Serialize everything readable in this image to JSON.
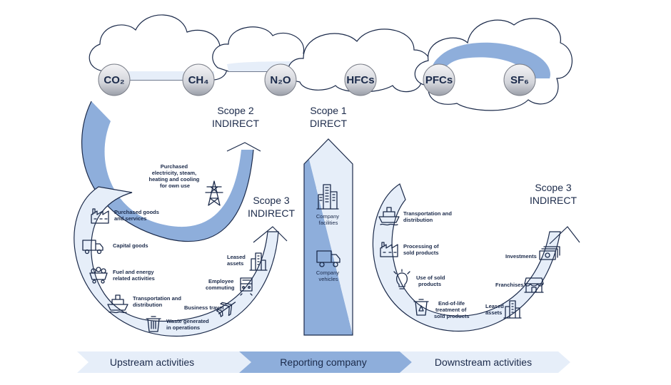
{
  "gases": [
    "CO₂",
    "CH₄",
    "N₂O",
    "HFCs",
    "PFCs",
    "SF₆"
  ],
  "scope2": {
    "title": "Scope 2",
    "subtitle": "INDIRECT",
    "item": [
      "Purchased",
      "electricity, steam,",
      "heating and cooling",
      "for own use"
    ]
  },
  "scope1": {
    "title": "Scope 1",
    "subtitle": "DIRECT",
    "facilities": [
      "Company",
      "facilities"
    ],
    "vehicles": [
      "Company",
      "vehicles"
    ]
  },
  "scope3_upstream": {
    "title": "Scope 3",
    "subtitle": "INDIRECT",
    "purchased_goods": [
      "Purchased goods",
      "and services"
    ],
    "capital_goods": [
      "Capital goods"
    ],
    "fuel_energy": [
      "Fuel and energy",
      "related activities"
    ],
    "transportation": [
      "Transportation and",
      "distribution"
    ],
    "waste": [
      "Waste generated",
      "in operations"
    ],
    "business_travel": [
      "Business travel"
    ],
    "employee_commuting": [
      "Employee",
      "commuting"
    ],
    "leased_assets": [
      "Leased",
      "assets"
    ]
  },
  "scope3_downstream": {
    "title": "Scope 3",
    "subtitle": "INDIRECT",
    "transportation": [
      "Transportation and",
      "distribution"
    ],
    "processing": [
      "Processing of",
      "sold products"
    ],
    "use": [
      "Use of sold",
      "products"
    ],
    "end_of_life": [
      "End-of-life",
      "treatment of",
      "sold products"
    ],
    "leased_assets": [
      "Leased",
      "assets"
    ],
    "franchises": [
      "Franchises"
    ],
    "investments": [
      "Investments"
    ]
  },
  "bar": {
    "upstream": "Upstream activities",
    "reporting": "Reporting company",
    "downstream": "Downstream activities"
  },
  "colors": {
    "dark": "#1b2a4a",
    "mid_blue": "#8eaedb",
    "light_blue": "#e6eef9",
    "pale": "#f2f6fc"
  }
}
